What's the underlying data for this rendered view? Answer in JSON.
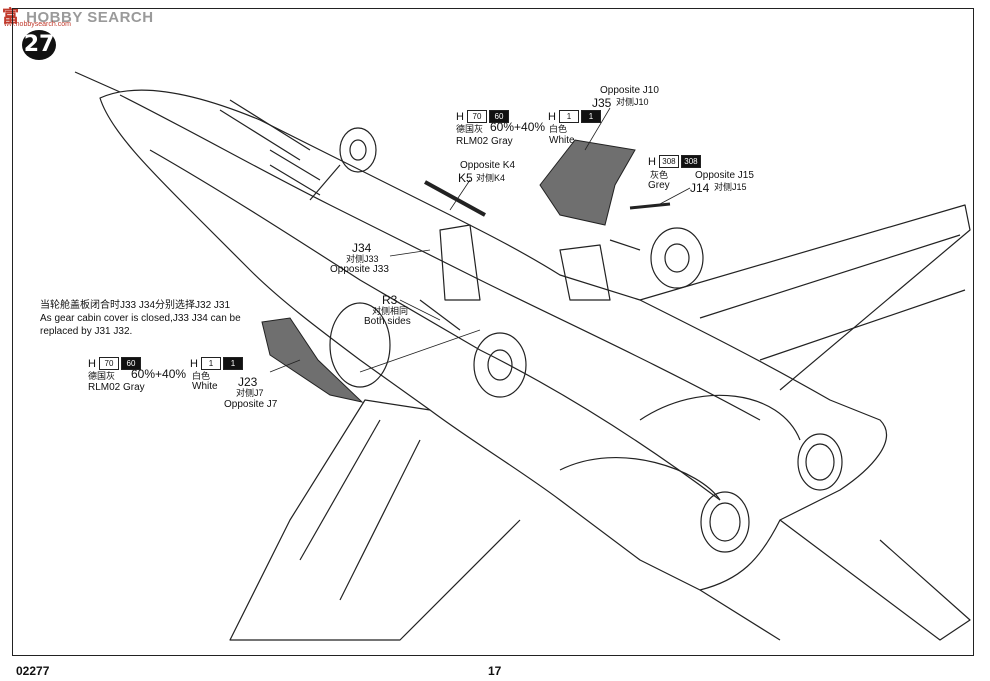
{
  "watermark": {
    "brand_cn": "富",
    "brand": "HOBBY SEARCH",
    "sub": "ww.hobbysearch.com"
  },
  "step_number": "27",
  "footer": {
    "kit_number": "02277",
    "page_number": "17"
  },
  "callouts": {
    "j10": {
      "opposite": "Opposite J10",
      "part": "J35",
      "cn": "对侧J10"
    },
    "k4": {
      "opposite": "Opposite K4",
      "part": "K5",
      "cn": "对侧K4"
    },
    "j15": {
      "opposite": "Opposite J15",
      "part": "J14",
      "cn": "对侧J15"
    },
    "j33": {
      "part": "J34",
      "cn": "对侧J33",
      "opposite": "Opposite J33"
    },
    "r3": {
      "part": "R3",
      "cn": "对侧相同",
      "text": "Both sides"
    },
    "j7": {
      "part": "J23",
      "cn": "对侧J7",
      "opposite": "Opposite J7"
    }
  },
  "note": {
    "cn": "当轮舱盖板闭合时J33 J34分别选择J32 J31",
    "line1": "As gear cabin cover is closed,J33 J34 can be",
    "line2": "replaced by J31 J32."
  },
  "paints": {
    "top_gray": {
      "h": "H",
      "box1": "70",
      "box2": "60",
      "cn": "德国灰",
      "name": "RLM02 Gray"
    },
    "top_mix": "60%+40%",
    "top_white": {
      "h": "H",
      "box1": "1",
      "box2": "1",
      "cn": "白色",
      "name": "White"
    },
    "grey": {
      "h": "H",
      "box1": "308",
      "box2": "308",
      "cn": "灰色",
      "name": "Grey"
    },
    "left_gray": {
      "h": "H",
      "box1": "70",
      "box2": "60",
      "cn": "德国灰",
      "name": "RLM02 Gray"
    },
    "left_mix": "60%+40%",
    "left_white": {
      "h": "H",
      "box1": "1",
      "box2": "1",
      "cn": "白色",
      "name": "White"
    }
  },
  "colors": {
    "line": "#222222",
    "panel_fill": "#6f6f6f",
    "badge": "#111111"
  }
}
